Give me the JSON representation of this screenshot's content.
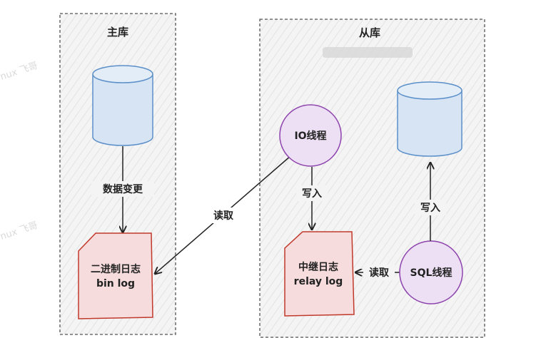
{
  "watermark": "nux 飞哥",
  "master": {
    "title": "主库",
    "edge_label": "数据变更",
    "binlog_line1": "二进制日志",
    "binlog_line2": "bin log"
  },
  "slave": {
    "title": "从库",
    "io_thread": "IO线程",
    "sql_thread": "SQL线程",
    "io_write_label": "写入",
    "sql_write_label": "写入",
    "relay_line1": "中继日志",
    "relay_line2": "relay log",
    "sql_read_label": "读取"
  },
  "cross_read_label": "读取",
  "colors": {
    "box_border": "#555555",
    "database": "#5b8fc9",
    "database_fill": "#d6e4f3",
    "log_border": "#c0392b",
    "log_fill": "#f6dcdc",
    "thread_border": "#8e44ad",
    "thread_fill": "#eee0f4",
    "arrow": "#222222"
  }
}
